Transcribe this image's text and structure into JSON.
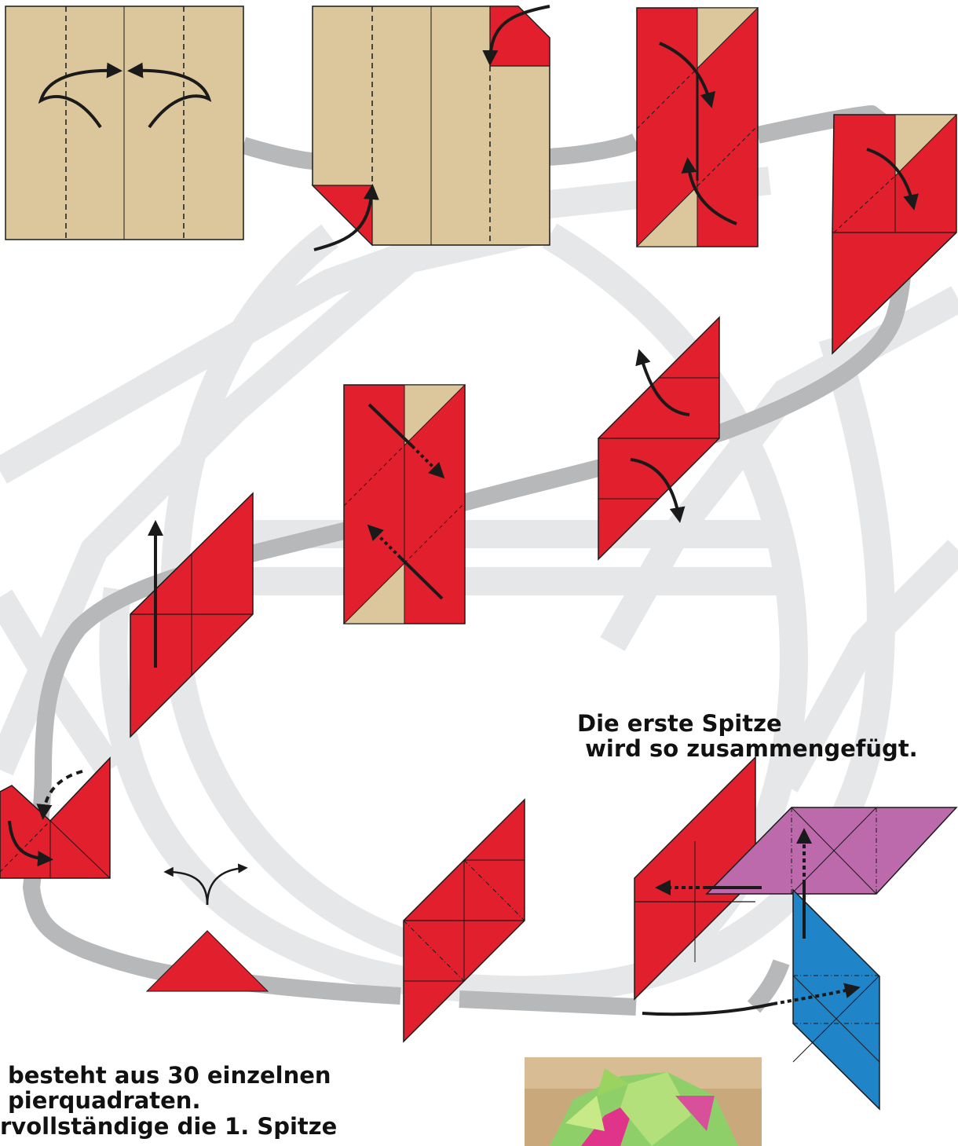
{
  "texts": {
    "caption_top": "Die erste Spitze\n wird so zusammengefügt.",
    "caption_bottom_1": "besteht aus 30 einzelnen\npierquadraten.",
    "caption_bottom_2": "rvollständige die 1. Spitze"
  },
  "colors": {
    "paper_beige": "#dbc79b",
    "paper_red": "#e21f2d",
    "paper_purple": "#bd6aad",
    "paper_blue": "#1f84c8",
    "path_gray": "#b7b8ba",
    "path_light": "#e6e7e8",
    "ink": "#1a1a1a",
    "photo_wood": "#c9a87c"
  },
  "icons": [
    "curved-arrow-icon",
    "dotted-arrow-icon",
    "straight-arrow-icon",
    "split-arrow-icon"
  ]
}
